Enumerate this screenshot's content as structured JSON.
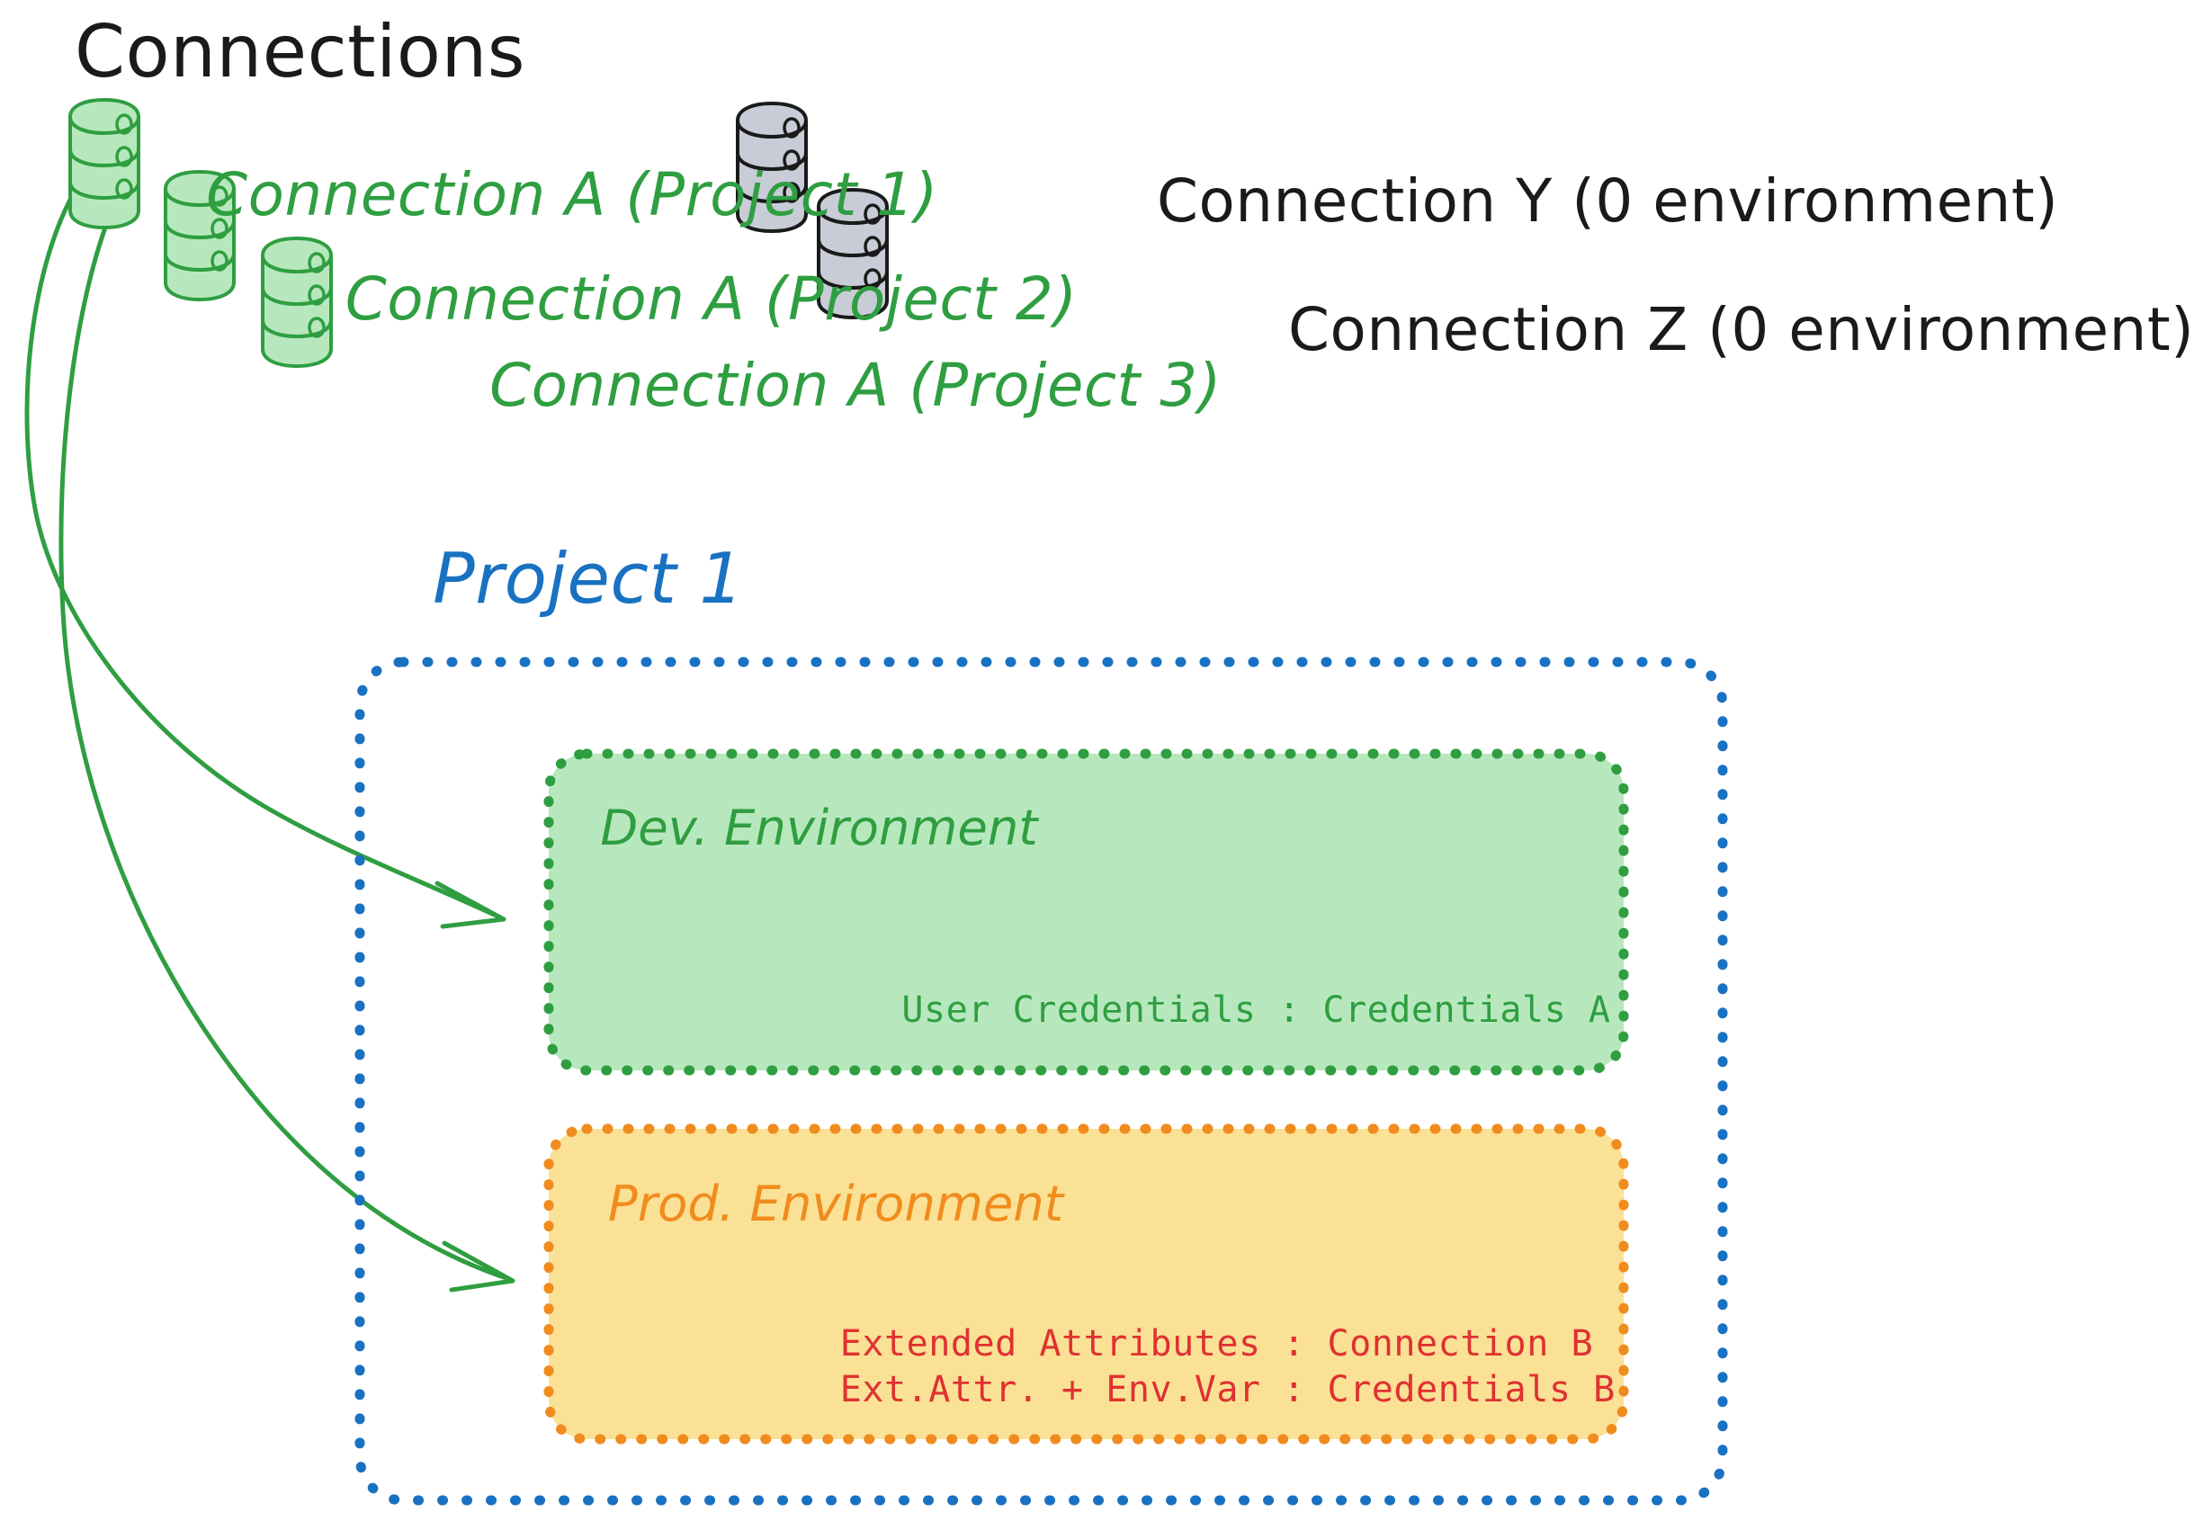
{
  "diagram": {
    "title": "Connections",
    "project_title": "Project 1",
    "connections_green": [
      {
        "label": "Connection A (Project 1)",
        "icon": "database-cylinder-icon",
        "color": "#2f9e41"
      },
      {
        "label": "Connection A (Project 2)",
        "icon": "database-cylinder-icon",
        "color": "#2f9e41"
      },
      {
        "label": "Connection A (Project 3)",
        "icon": "database-cylinder-icon",
        "color": "#2f9e41"
      }
    ],
    "connections_gray": [
      {
        "label": "Connection Y (0 environment)",
        "icon": "database-cylinder-icon",
        "color": "#1a1a1a"
      },
      {
        "label": "Connection Z (0 environment)",
        "icon": "database-cylinder-icon",
        "color": "#1a1a1a"
      }
    ],
    "environments": [
      {
        "name": "Dev. Environment",
        "accent": "#2f9e41",
        "fill": "#b7e8bd",
        "rows": [
          "User Credentials : Credentials A"
        ]
      },
      {
        "name": "Prod. Environment",
        "accent": "#f08c1e",
        "fill": "#fae195",
        "rows": [
          "Extended Attributes : Connection B",
          "Ext.Attr. + Env.Var : Credentials B"
        ]
      }
    ],
    "colors": {
      "green_stroke": "#2f9e41",
      "green_fill": "#b7e8bd",
      "gray_fill": "#c8ccd6",
      "black_stroke": "#1a1a1a",
      "blue": "#1971c2",
      "orange": "#f08c1e",
      "yellow_fill": "#fae195",
      "red": "#e03131"
    },
    "arrows": [
      {
        "name": "connection-a-to-dev-environment",
        "from": "Connection A (Project 1)",
        "to": "Dev. Environment"
      },
      {
        "name": "connection-a-to-prod-environment",
        "from": "Connection A (Project 1)",
        "to": "Prod. Environment"
      }
    ]
  }
}
